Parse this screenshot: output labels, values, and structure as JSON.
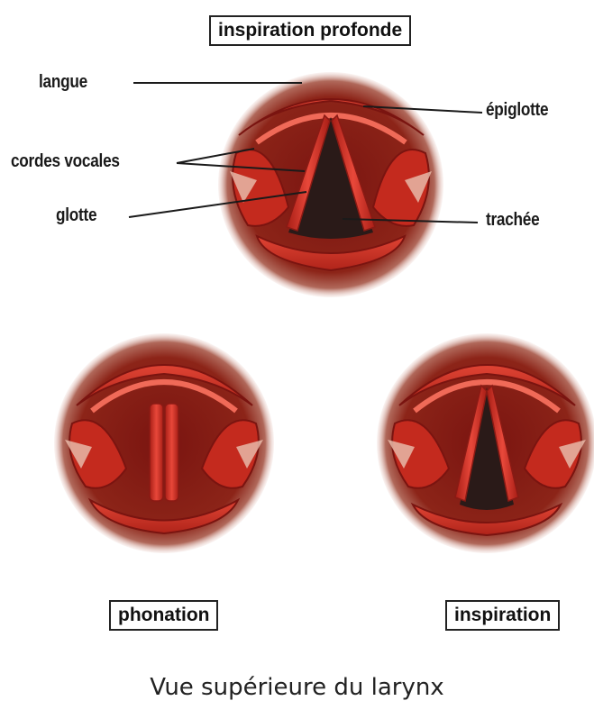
{
  "title_top": "inspiration profonde",
  "labels": {
    "langue": "langue",
    "epiglotte": "épiglotte",
    "cordes_vocales": "cordes vocales",
    "glotte": "glotte",
    "trachee": "trachée"
  },
  "panel_labels": {
    "phonation": "phonation",
    "inspiration": "inspiration"
  },
  "caption": "Vue supérieure du larynx",
  "colors": {
    "tissue_dark": "#8a1a14",
    "tissue_mid": "#c8281e",
    "tissue_light": "#e8483a",
    "halo": "#b06a5a",
    "trachea": "#2a1a18"
  }
}
